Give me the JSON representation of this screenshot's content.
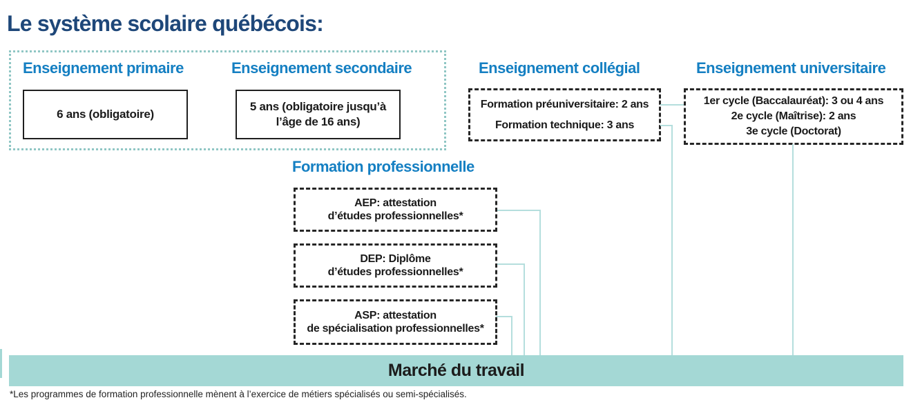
{
  "title": "Le système scolaire québécois:",
  "colors": {
    "title": "#1e4779",
    "header_blue": "#147fc2",
    "band": "#a4d8d5",
    "connector": "#b4dedd",
    "dotted_border": "#8fc6c4",
    "box_border": "#1f1f1f"
  },
  "sections": {
    "primaire": {
      "title": "Enseignement primaire",
      "box": "6 ans (obligatoire)"
    },
    "secondaire": {
      "title": "Enseignement secondaire",
      "box_line1": "5 ans (obligatoire jusqu’à",
      "box_line2": "l’âge de 16 ans)"
    },
    "collegial": {
      "title": "Enseignement collégial",
      "items": [
        "Formation préuniversitaire: 2 ans",
        "Formation technique: 3 ans"
      ]
    },
    "universitaire": {
      "title": "Enseignement universitaire",
      "items": [
        "1er cycle (Baccalauréat): 3 ou 4 ans",
        "2e cycle (Maîtrise): 2 ans",
        "3e cycle (Doctorat)"
      ]
    },
    "professionnelle": {
      "title": "Formation professionnelle",
      "boxes": [
        {
          "line1": "AEP: attestation",
          "line2": "d’études professionnelles*"
        },
        {
          "line1": "DEP: Diplôme",
          "line2": "d’études professionnelles*"
        },
        {
          "line1": "ASP: attestation",
          "line2": "de spécialisation professionnelles*"
        }
      ]
    }
  },
  "band": {
    "label": "Marché du travail"
  },
  "footnote": "*Les programmes de formation professionnelle mènent à l’exercice de métiers spécialisés ou semi-spécialisés."
}
